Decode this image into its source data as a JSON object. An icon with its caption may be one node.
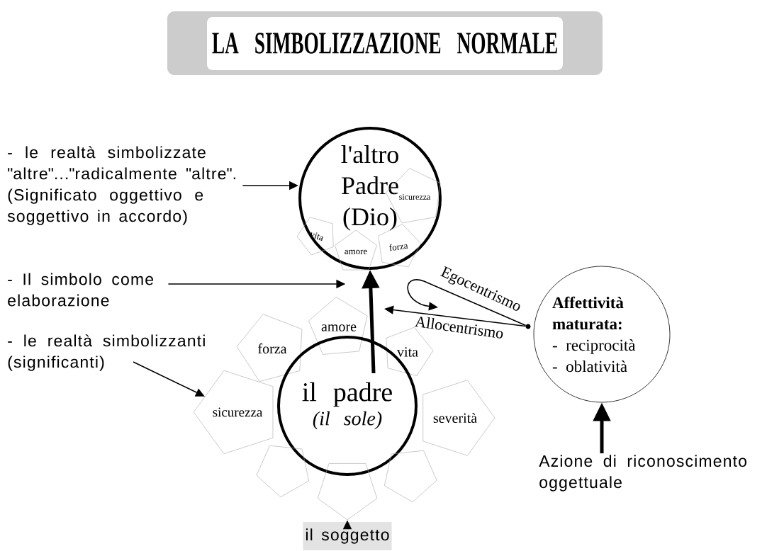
{
  "diagram": {
    "title": "LA SIMBOLIZZAZIONE NORMALE",
    "nodes": [
      {
        "text": [
          "- le realtà simbolizzate \"altre\"...\"radicalmente \"altre\". (Significato oggettivo e soggettivo in accordo)"
        ]
      },
      {
        "text": [
          "l'altro Padre (Dio)"
        ]
      },
      {
        "text": [
          "sicurezza"
        ],
        "in": 1
      },
      {
        "text": [
          "vita"
        ],
        "in": 1
      },
      {
        "text": [
          "amore"
        ],
        "in": 1
      },
      {
        "text": [
          "forza"
        ],
        "in": 1
      },
      {
        "text": [
          "- Il simbolo come elaborazione"
        ]
      },
      {
        "text": [
          "- le realtà simbolizzanti (significanti)"
        ]
      },
      {
        "text": [
          "amore"
        ]
      },
      {
        "text": [
          "forza"
        ]
      },
      {
        "text": [
          "vita"
        ]
      },
      {
        "text": [
          "il padre",
          "(il sole)"
        ]
      },
      {
        "text": [
          "sicurezza"
        ]
      },
      {
        "text": [
          "severità"
        ]
      },
      {
        "text": [],
        "shape": "pentagon"
      },
      {
        "text": [],
        "shape": "pentagon"
      },
      {
        "text": [],
        "shape": "pentagon"
      },
      {
        "text": [
          "Affettività maturata:",
          "- reciprocità",
          "- oblatività"
        ]
      },
      {
        "text": [
          "Azione di riconoscimento oggettuale"
        ]
      },
      {
        "text": [
          "il soggetto"
        ]
      },
      {
        "text": [],
        "shape": "circle"
      }
    ],
    "edges": [
      {
        "from": 0,
        "to": 1,
        "arrow": "to"
      },
      {
        "from": 6,
        "to": null,
        "arrow": "to"
      },
      {
        "from": 7,
        "to": 12,
        "arrow": "to"
      },
      {
        "from": 11,
        "to": 1,
        "arrow": "to",
        "style": "thick"
      },
      {
        "from": 20,
        "to": null,
        "arrow": "to",
        "label": "Egocentrismo"
      },
      {
        "from": 20,
        "to": null,
        "arrow": "to",
        "label": "Allocentrismo"
      },
      {
        "from": 18,
        "to": 17,
        "arrow": "to",
        "style": "thick"
      },
      {
        "from": 19,
        "to": 15,
        "arrow": "to"
      }
    ]
  }
}
